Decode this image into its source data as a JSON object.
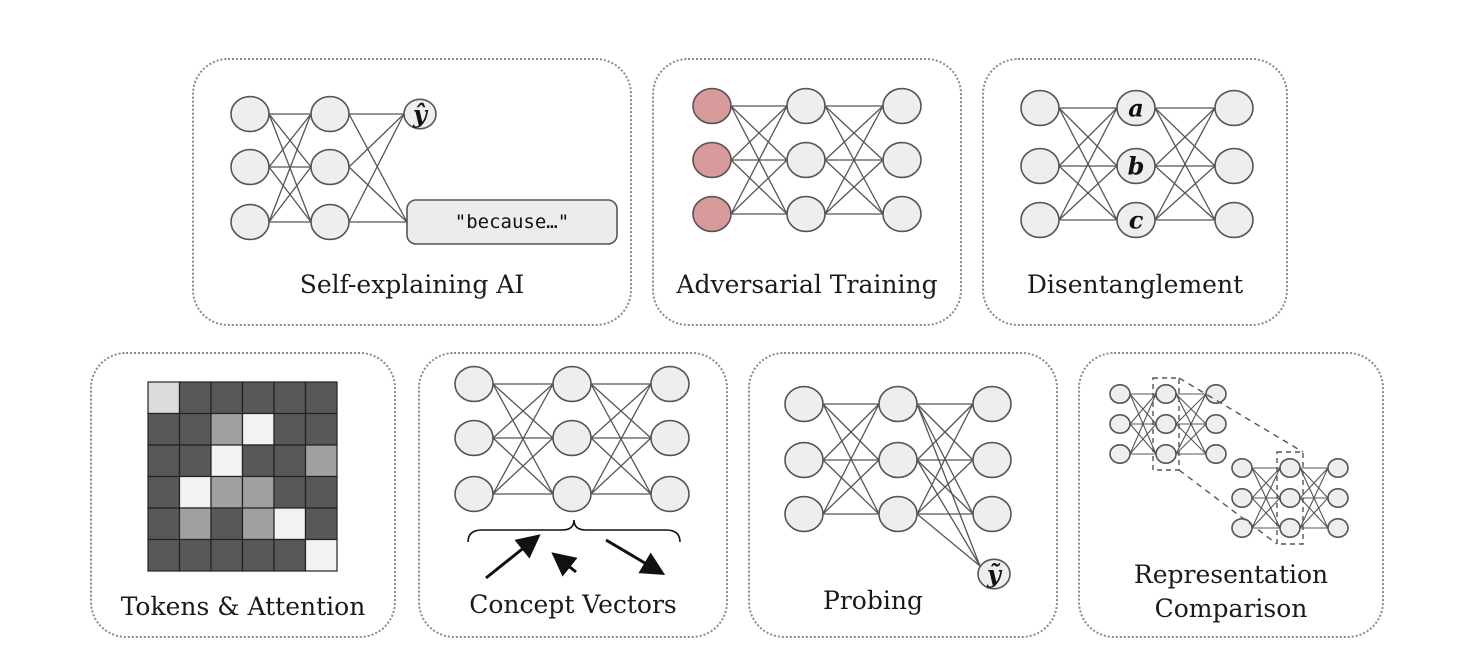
{
  "colors": {
    "node_fill": "#eeeeee",
    "node_stroke": "#555555",
    "edge": "#555555",
    "adversarial_input_fill": "#d89a9a",
    "callout_fill": "#ececec",
    "cell_dark": "#585858",
    "cell_mid": "#a0a0a0",
    "cell_light": "#f2f2f2",
    "cell_top": "#dcdcdc"
  },
  "panels": {
    "self_explaining": {
      "label": "Self-explaining AI",
      "output_symbol": "ŷ",
      "explanation_text": "\"because…\""
    },
    "adversarial": {
      "label": "Adversarial Training"
    },
    "disentanglement": {
      "label": "Disentanglement",
      "latent_labels": [
        "a",
        "b",
        "c"
      ]
    },
    "tokens_attention": {
      "label": "Tokens & Attention",
      "matrix": [
        [
          "top",
          "dark",
          "dark",
          "dark",
          "dark",
          "dark"
        ],
        [
          "dark",
          "dark",
          "mid",
          "light",
          "dark",
          "dark"
        ],
        [
          "dark",
          "dark",
          "light",
          "dark",
          "dark",
          "mid"
        ],
        [
          "dark",
          "light",
          "mid",
          "mid",
          "dark",
          "dark"
        ],
        [
          "dark",
          "mid",
          "dark",
          "mid",
          "light",
          "dark"
        ],
        [
          "dark",
          "dark",
          "dark",
          "dark",
          "dark",
          "light"
        ]
      ]
    },
    "concept_vectors": {
      "label": "Concept Vectors"
    },
    "probing": {
      "label": "Probing",
      "probe_symbol": "ỹ"
    },
    "representation_comparison": {
      "label_line1": "Representation",
      "label_line2": "Comparison"
    }
  }
}
